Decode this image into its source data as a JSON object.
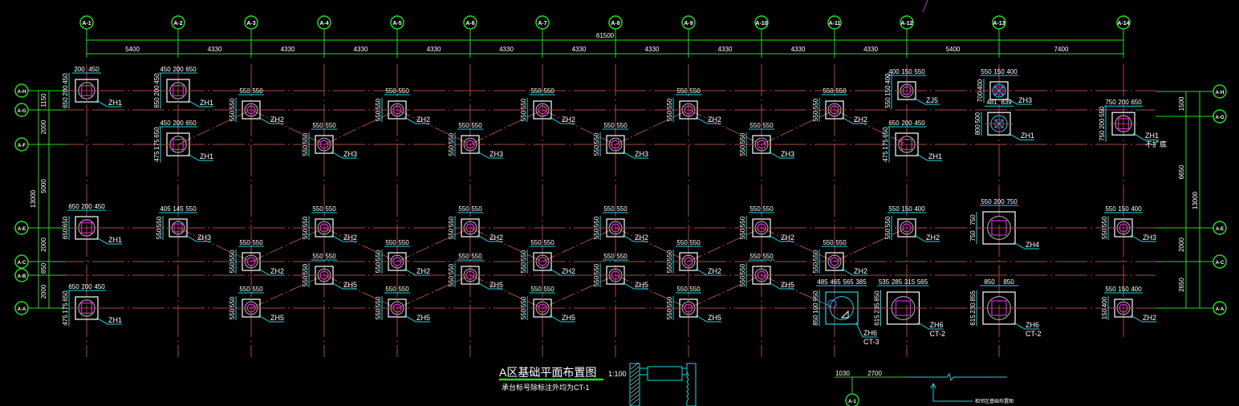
{
  "colors": {
    "background": "#000000",
    "grid": "#a84848",
    "axis": "#22dd22",
    "dimension": "#18d8e0",
    "pile": "#ffffff",
    "pile_core": "#e020e0"
  },
  "columns": [
    "A-1",
    "A-2",
    "A-3",
    "A-4",
    "A-5",
    "A-6",
    "A-7",
    "A-8",
    "A-9",
    "A-10",
    "A-11",
    "A-12",
    "A-13",
    "A-14"
  ],
  "rows_left": [
    "A-H",
    "A-G",
    "A-F",
    "A-E",
    "A-C",
    "A-B",
    "A-A"
  ],
  "rows_right": [
    "A-H",
    "A-G",
    "A-E",
    "A-C",
    "A-A"
  ],
  "top_dims": {
    "overall": "61500",
    "spans": [
      "5400",
      "4330",
      "4330",
      "4330",
      "4330",
      "4330",
      "4330",
      "4330",
      "4330",
      "4330",
      "4330",
      "5400",
      "7400"
    ]
  },
  "left_dims": {
    "inner": [
      "1150",
      "2000",
      "5000",
      "2000",
      "850",
      "2000"
    ],
    "overall": "13000"
  },
  "right_dims": {
    "inner": [
      "1500",
      "6650",
      "2000",
      "2650"
    ],
    "overall": "13000"
  },
  "piles": [
    {
      "col": 0,
      "row": 0,
      "label": "ZH1",
      "top": [
        "200",
        "450"
      ],
      "side": [
        "450",
        "200",
        "650"
      ]
    },
    {
      "col": 1,
      "row": 0,
      "label": "ZH1",
      "top": [
        "450",
        "200",
        "650"
      ],
      "side": [
        "450",
        "200",
        "650"
      ]
    },
    {
      "col": 1,
      "row": 2,
      "label": "ZH1",
      "top": [
        "450",
        "200",
        "650"
      ],
      "side": [
        "650",
        "175",
        "475"
      ]
    },
    {
      "col": 2,
      "row": 1,
      "label": "ZH2",
      "top": [
        "550",
        "550"
      ],
      "side": [
        "550",
        "550"
      ]
    },
    {
      "col": 3,
      "row": 2,
      "label": "ZH3",
      "top": [
        "550",
        "550"
      ],
      "side": [
        "550",
        "550"
      ]
    },
    {
      "col": 4,
      "row": 1,
      "label": "ZH2",
      "top": [
        "550",
        "550"
      ],
      "side": [
        "550",
        "550"
      ]
    },
    {
      "col": 5,
      "row": 2,
      "label": "ZH3",
      "top": [
        "550",
        "550"
      ],
      "side": [
        "550",
        "550"
      ]
    },
    {
      "col": 6,
      "row": 1,
      "label": "ZH2",
      "top": [
        "550",
        "550"
      ],
      "side": [
        "550",
        "550"
      ]
    },
    {
      "col": 7,
      "row": 2,
      "label": "ZH3",
      "top": [
        "550",
        "550"
      ],
      "side": [
        "550",
        "550"
      ]
    },
    {
      "col": 8,
      "row": 1,
      "label": "ZH2",
      "top": [
        "550",
        "550"
      ],
      "side": [
        "550",
        "550"
      ]
    },
    {
      "col": 9,
      "row": 2,
      "label": "ZH3",
      "top": [
        "550",
        "550"
      ],
      "side": [
        "550",
        "550"
      ]
    },
    {
      "col": 10,
      "row": 1,
      "label": "ZH2",
      "top": [
        "550",
        "550"
      ],
      "side": [
        "550",
        "550"
      ]
    },
    {
      "col": 11,
      "row": 0,
      "label": "ZJ5",
      "top": [
        "400",
        "150",
        "550"
      ],
      "side": [
        "400",
        "150",
        "550"
      ]
    },
    {
      "col": 11,
      "row": 2,
      "label": "ZH1",
      "top": [
        "650",
        "200",
        "450"
      ],
      "side": [
        "650",
        "175",
        "475"
      ]
    },
    {
      "col": 12,
      "row": 0,
      "label": "ZH3",
      "top": [
        "550",
        "150",
        "400"
      ],
      "side": [
        "400",
        "700"
      ],
      "cross": true
    },
    {
      "col": 12,
      "row": 1.4,
      "label": "ZH1",
      "top": [
        "481",
        "839"
      ],
      "side": [
        "500",
        "800"
      ],
      "cross": true
    },
    {
      "col": 13,
      "row": 1.4,
      "label": "ZH1",
      "note": "不扩底",
      "top": [
        "750",
        "200",
        "650"
      ],
      "side": [
        "550",
        "200",
        "750"
      ]
    },
    {
      "col": 0,
      "row": 3,
      "label": "ZH1",
      "top": [
        "650",
        "200",
        "450"
      ],
      "side": [
        "650",
        "650"
      ]
    },
    {
      "col": 1,
      "row": 3,
      "label": "ZH3",
      "top": [
        "405",
        "145",
        "550"
      ],
      "side": [
        "550",
        "550"
      ],
      "square": true
    },
    {
      "col": 3,
      "row": 3,
      "label": "ZH2",
      "top": [
        "550",
        "550"
      ],
      "side": [
        "550",
        "550"
      ]
    },
    {
      "col": 5,
      "row": 3,
      "label": "ZH2",
      "top": [
        "550",
        "550"
      ],
      "side": [
        "550",
        "550"
      ]
    },
    {
      "col": 7,
      "row": 3,
      "label": "ZH2",
      "top": [
        "550",
        "550"
      ],
      "side": [
        "550",
        "550"
      ]
    },
    {
      "col": 9,
      "row": 3,
      "label": "ZH2",
      "top": [
        "550",
        "550"
      ],
      "side": [
        "550",
        "550"
      ]
    },
    {
      "col": 2,
      "row": 4,
      "label": "ZH2",
      "top": [
        "550",
        "550"
      ],
      "side": [
        "550",
        "550"
      ]
    },
    {
      "col": 4,
      "row": 4,
      "label": "ZH2",
      "top": [
        "550",
        "550"
      ],
      "side": [
        "550",
        "550"
      ]
    },
    {
      "col": 6,
      "row": 4,
      "label": "ZH2",
      "top": [
        "550",
        "550"
      ],
      "side": [
        "550",
        "550"
      ]
    },
    {
      "col": 8,
      "row": 4,
      "label": "ZH2",
      "top": [
        "550",
        "550"
      ],
      "side": [
        "550",
        "550"
      ]
    },
    {
      "col": 10,
      "row": 4,
      "label": "ZH2",
      "top": [
        "550",
        "550"
      ],
      "side": [
        "550",
        "550"
      ]
    },
    {
      "col": 3,
      "row": 5,
      "label": "ZH5",
      "top": [
        "550",
        "550"
      ],
      "side": [
        "550",
        "550"
      ]
    },
    {
      "col": 5,
      "row": 5,
      "label": "ZH5",
      "top": [
        "550",
        "550"
      ],
      "side": [
        "550",
        "550"
      ]
    },
    {
      "col": 7,
      "row": 5,
      "label": "ZH5",
      "top": [
        "550",
        "550"
      ],
      "side": [
        "550",
        "550"
      ]
    },
    {
      "col": 9,
      "row": 5,
      "label": "ZH5",
      "top": [
        "550",
        "550"
      ],
      "side": [
        "550",
        "550"
      ]
    },
    {
      "col": 2,
      "row": 6,
      "label": "ZH5",
      "top": [
        "550",
        "550"
      ],
      "side": [
        "550",
        "550"
      ]
    },
    {
      "col": 4,
      "row": 6,
      "label": "ZH5",
      "top": [
        "550",
        "550"
      ],
      "side": [
        "550",
        "550"
      ]
    },
    {
      "col": 6,
      "row": 6,
      "label": "ZH5",
      "top": [
        "550",
        "550"
      ],
      "side": [
        "550",
        "550"
      ]
    },
    {
      "col": 8,
      "row": 6,
      "label": "ZH5",
      "top": [
        "550",
        "550"
      ],
      "side": [
        "550",
        "550"
      ]
    },
    {
      "col": 11,
      "row": 3,
      "label": "ZH2",
      "top": [
        "550",
        "150",
        "400"
      ],
      "side": [
        "550",
        "550"
      ]
    },
    {
      "col": 12,
      "row": 3,
      "label": "ZH4",
      "top": [
        "550",
        "200",
        "750"
      ],
      "side": [
        "750",
        "750"
      ],
      "square": true
    },
    {
      "col": 13,
      "row": 3,
      "label": "ZH3",
      "top": [
        "550",
        "150",
        "400"
      ],
      "side": [
        "550",
        "550"
      ]
    },
    {
      "col": 13,
      "row": 6,
      "label": "ZH2",
      "top": [
        "550",
        "150",
        "400"
      ],
      "side": [
        "400",
        "150"
      ]
    },
    {
      "col": 0,
      "row": 6,
      "label": "ZH1",
      "top": [
        "650",
        "200",
        "450"
      ],
      "side": [
        "650",
        "175",
        "475"
      ]
    },
    {
      "col": 10.1,
      "row": 6,
      "label": "ZH6",
      "note": "CT-3",
      "top": [
        "485",
        "465",
        "565",
        "385"
      ],
      "side": [
        "950",
        "100",
        "850"
      ],
      "ct3": true
    },
    {
      "col": 10.95,
      "row": 6,
      "label": "ZH6",
      "note": "CT-2",
      "top": [
        "535",
        "285",
        "315",
        "565"
      ],
      "side": [
        "850",
        "235",
        "615"
      ],
      "square": true
    },
    {
      "col": 12.0,
      "row": 6,
      "label": "ZH6",
      "note": "CT-2",
      "top": [
        "850",
        "850"
      ],
      "side": [
        "855",
        "230",
        "615"
      ],
      "square": true
    }
  ],
  "bottom": {
    "dims": [
      "1030",
      "2700"
    ],
    "axis": "A-1",
    "note": "相邻区基础布置图"
  },
  "title": {
    "main": "A区基础平面布置图",
    "scale": "1:100",
    "sub": "承台标号除标注外均为CT-1"
  }
}
